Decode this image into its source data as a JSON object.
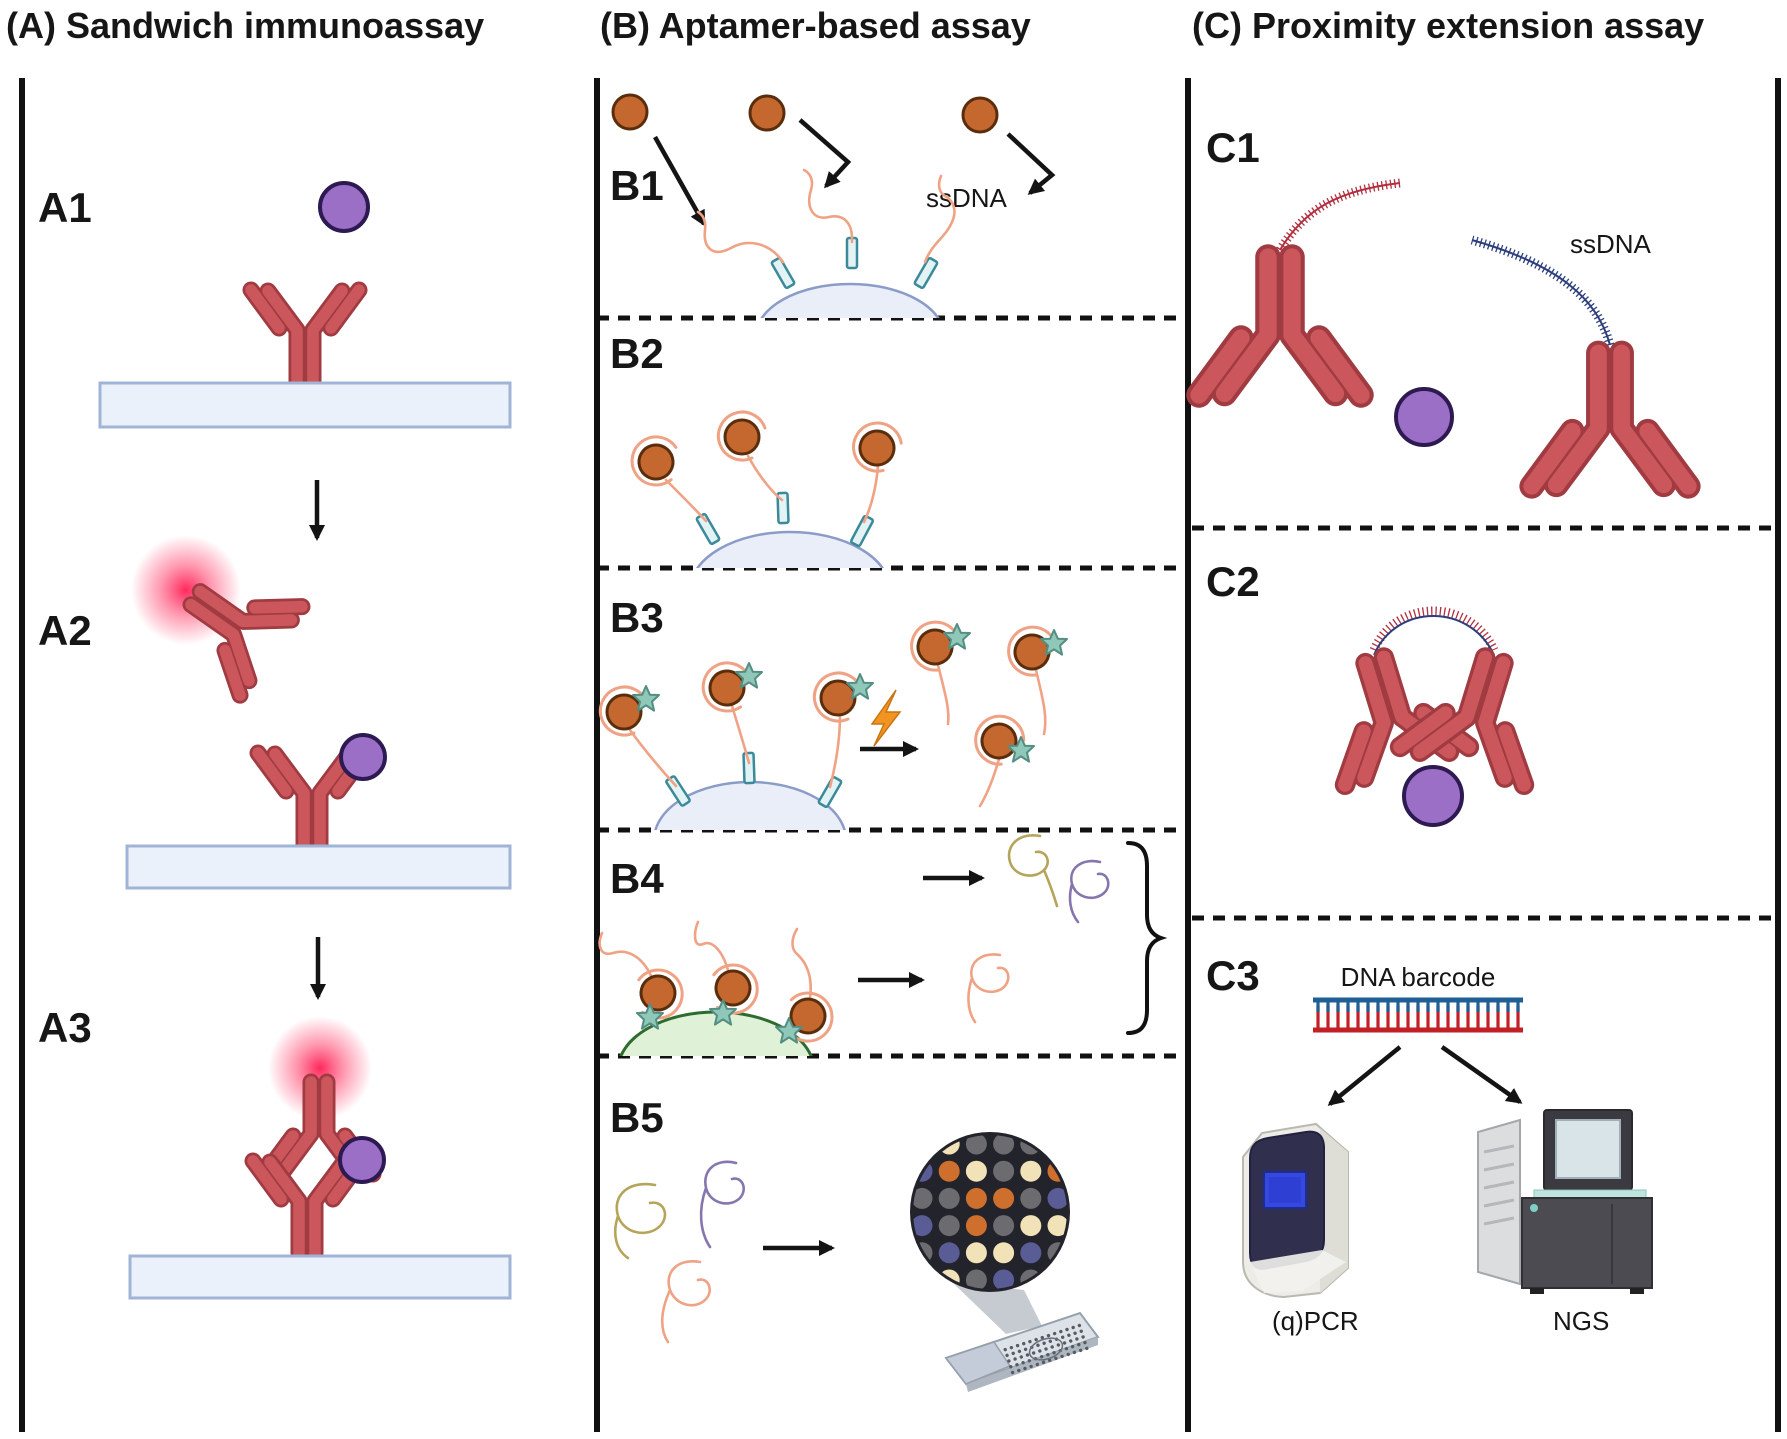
{
  "figure": {
    "panel_a": {
      "title": "(A) Sandwich immunoassay",
      "steps": {
        "a1": "A1",
        "a2": "A2",
        "a3": "A3"
      }
    },
    "panel_b": {
      "title": "(B) Aptamer-based assay",
      "steps": {
        "b1": "B1",
        "b2": "B2",
        "b3": "B3",
        "b4": "B4",
        "b5": "B5"
      },
      "ssdna_label": "ssDNA"
    },
    "panel_c": {
      "title": "(C) Proximity extension assay",
      "steps": {
        "c1": "C1",
        "c2": "C2",
        "c3": "C3"
      },
      "ssdna_label": "ssDNA",
      "dna_barcode_label": "DNA barcode",
      "qpcr_label": "(q)PCR",
      "ngs_label": "NGS"
    },
    "colors": {
      "antibody_red": "#CB575C",
      "analyte_purple": "#9C6FC7",
      "protein_orange": "#C4682F",
      "aptamer_orange": "#F0A284",
      "star_teal": "#8FC7B8",
      "surface_blue": "#EBF1FA",
      "bead_blue": "#E9EEF9",
      "bead_green": "#DFF2D8",
      "glow_red": "#FF2E5E",
      "lightning_orange": "#F29422",
      "dna_top_blue": "#1F5F95",
      "dna_bottom_red": "#C22026"
    }
  },
  "microarray": {
    "rows": 6,
    "cols": 6,
    "grid": [
      [
        "cream",
        "cream",
        "gray",
        "gray",
        "gray",
        "gray"
      ],
      [
        "blue",
        "orange",
        "cream",
        "gray",
        "cream",
        "orange"
      ],
      [
        "gray",
        "gray",
        "orange",
        "orange",
        "gray",
        "blue"
      ],
      [
        "blue",
        "gray",
        "orange",
        "gray",
        "cream",
        "cream"
      ],
      [
        "gray",
        "blue",
        "cream",
        "cream",
        "blue",
        "gray"
      ],
      [
        "orange",
        "cream",
        "gray",
        "blue",
        "gray",
        "gray"
      ]
    ],
    "palette": {
      "cream": "#F1E2B8",
      "orange": "#CE6F2E",
      "gray": "#6C6C70",
      "blue": "#5A5C96",
      "background": "#23232B"
    }
  }
}
